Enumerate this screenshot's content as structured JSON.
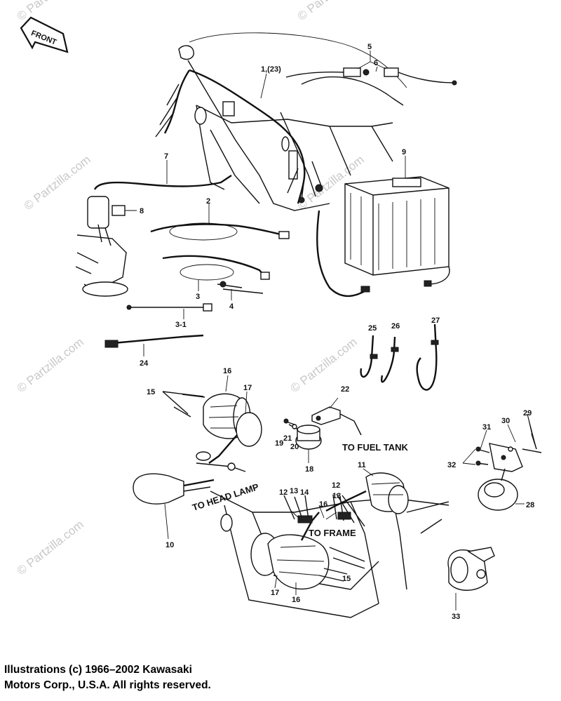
{
  "front_label": "FRONT",
  "watermark": "© Partzilla.com",
  "callouts": {
    "to_fuel_tank": "TO FUEL TANK",
    "to_head_lamp": "TO HEAD LAMP",
    "to_frame": "TO FRAME"
  },
  "labels": {
    "l1": "1,(23)",
    "l2": "2",
    "l3": "3",
    "l3_1": "3-1",
    "l4": "4",
    "l5": "5",
    "l6": "6",
    "l7": "7",
    "l8": "8",
    "l9": "9",
    "l10": "10",
    "l11": "11",
    "l12a": "12",
    "l12b": "12",
    "l13a": "13",
    "l13b": "13",
    "l14": "14",
    "l15a": "15",
    "l15b": "15",
    "l16a": "16",
    "l16b": "16",
    "l16c": "16",
    "l17a": "17",
    "l17b": "17",
    "l18": "18",
    "l19": "19",
    "l20": "20",
    "l21": "21",
    "l22": "22",
    "l24": "24",
    "l25": "25",
    "l26": "26",
    "l27": "27",
    "l28": "28",
    "l29": "29",
    "l30": "30",
    "l31": "31",
    "l32": "32",
    "l33": "33"
  },
  "copyright": {
    "line1": "Illustrations (c) 1966–2002 Kawasaki",
    "line2": "Motors Corp., U.S.A.  All rights reserved."
  }
}
